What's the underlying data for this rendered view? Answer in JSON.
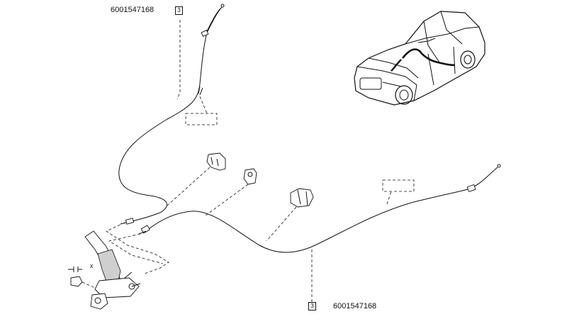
{
  "parts": {
    "top": {
      "part_number": "6001547168",
      "callout_index": "3"
    },
    "bottom": {
      "part_number": "6001547168",
      "callout_index": "3"
    }
  },
  "fastener_mark": "x"
}
